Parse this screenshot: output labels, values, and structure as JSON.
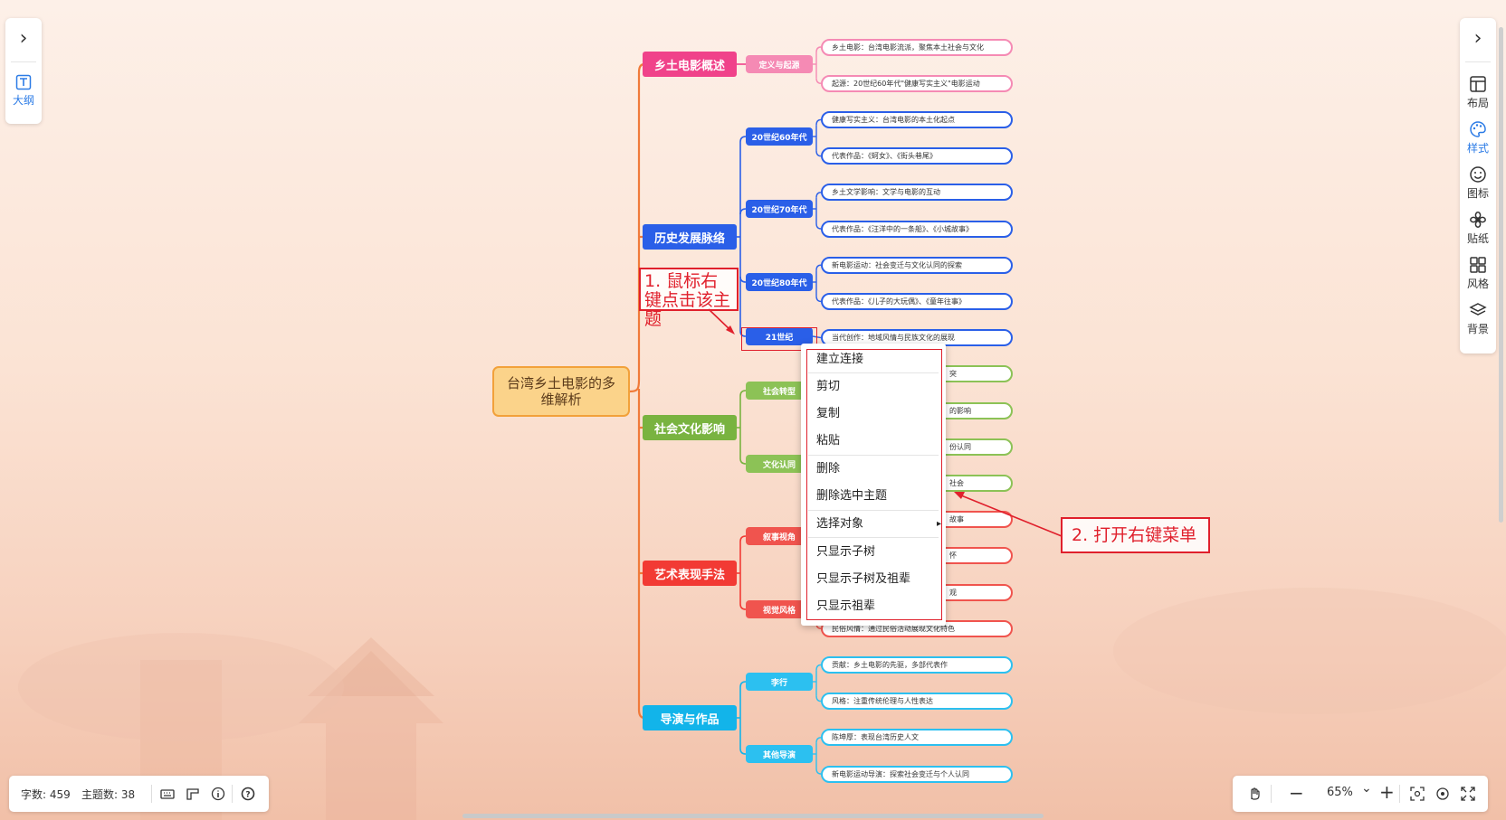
{
  "outline_panel": {
    "toggle_label": "›",
    "outline_label": "大纲"
  },
  "right_toolbar": {
    "toggle_label": "›",
    "items": [
      {
        "label": "布局",
        "icon": "layout-icon",
        "active": false
      },
      {
        "label": "样式",
        "icon": "palette-icon",
        "active": true
      },
      {
        "label": "图标",
        "icon": "smiley-icon",
        "active": false
      },
      {
        "label": "贴纸",
        "icon": "flower-icon",
        "active": false
      },
      {
        "label": "风格",
        "icon": "grid-icon",
        "active": false
      },
      {
        "label": "背景",
        "icon": "layers-icon",
        "active": false
      }
    ]
  },
  "mindmap": {
    "root": "台湾乡土电影的多维解析",
    "branches": [
      {
        "label": "乡土电影概述",
        "color": "#f0428a",
        "light": "#f58ab4",
        "subs": [
          {
            "label": "定义与起源",
            "leaves": [
              "乡土电影：台湾电影流派，聚焦本土社会与文化",
              "起源：20世纪60年代\"健康写实主义\"电影运动"
            ]
          }
        ]
      },
      {
        "label": "历史发展脉络",
        "color": "#2a5fe8",
        "light": "#2a5fe8",
        "subs": [
          {
            "label": "20世纪60年代",
            "leaves": [
              "健康写实主义：台湾电影的本土化起点",
              "代表作品：《蚵女》、《街头巷尾》"
            ]
          },
          {
            "label": "20世纪70年代",
            "leaves": [
              "乡土文学影响：文学与电影的互动",
              "代表作品：《汪洋中的一条船》、《小城故事》"
            ]
          },
          {
            "label": "20世纪80年代",
            "leaves": [
              "新电影运动：社会变迁与文化认同的探索",
              "代表作品：《儿子的大玩偶》、《童年往事》"
            ]
          },
          {
            "label": "21世纪",
            "leaves": [
              "当代创作：地域风情与民族文化的展现"
            ]
          }
        ]
      },
      {
        "label": "社会文化影响",
        "color": "#79b340",
        "light": "#8cc256",
        "subs": [
          {
            "label": "社会转型",
            "leaves": [
              "突",
              "的影响"
            ]
          },
          {
            "label": "文化认同",
            "leaves": [
              "份认同",
              "社会"
            ]
          }
        ]
      },
      {
        "label": "艺术表现手法",
        "color": "#f23a34",
        "light": "#f0544e",
        "subs": [
          {
            "label": "叙事视角",
            "leaves": [
              "故事",
              "怀"
            ]
          },
          {
            "label": "视觉风格",
            "leaves": [
              "观",
              "民俗风情：通过民俗活动展现文化特色"
            ]
          }
        ]
      },
      {
        "label": "导演与作品",
        "color": "#12b4ea",
        "light": "#2cc0f0",
        "subs": [
          {
            "label": "李行",
            "leaves": [
              "贡献：乡土电影的先驱，多部代表作",
              "风格：注重传统伦理与人性表达"
            ]
          },
          {
            "label": "其他导演",
            "leaves": [
              "陈坤厚：表现台湾历史人文",
              "新电影运动导演：探索社会变迁与个人认同"
            ]
          }
        ]
      }
    ]
  },
  "context_menu": {
    "items": [
      "建立连接",
      "剪切",
      "复制",
      "粘贴",
      "删除",
      "删除选中主题",
      "选择对象",
      "只显示子树",
      "只显示子树及祖辈",
      "只显示祖辈"
    ],
    "submenu_arrow": "▸"
  },
  "annotations": {
    "step1": "1. 鼠标右键点击该主题",
    "step2": "2. 打开右键菜单"
  },
  "status_bar": {
    "word_count": "字数: 459",
    "topic_count": "主题数: 38"
  },
  "zoom_bar": {
    "zoom_level": "65%",
    "minus": "−",
    "plus": "+",
    "chevron": "⌄"
  },
  "colors": {
    "trunk": "#f07a3a",
    "annotation_red": "#e0202c"
  }
}
